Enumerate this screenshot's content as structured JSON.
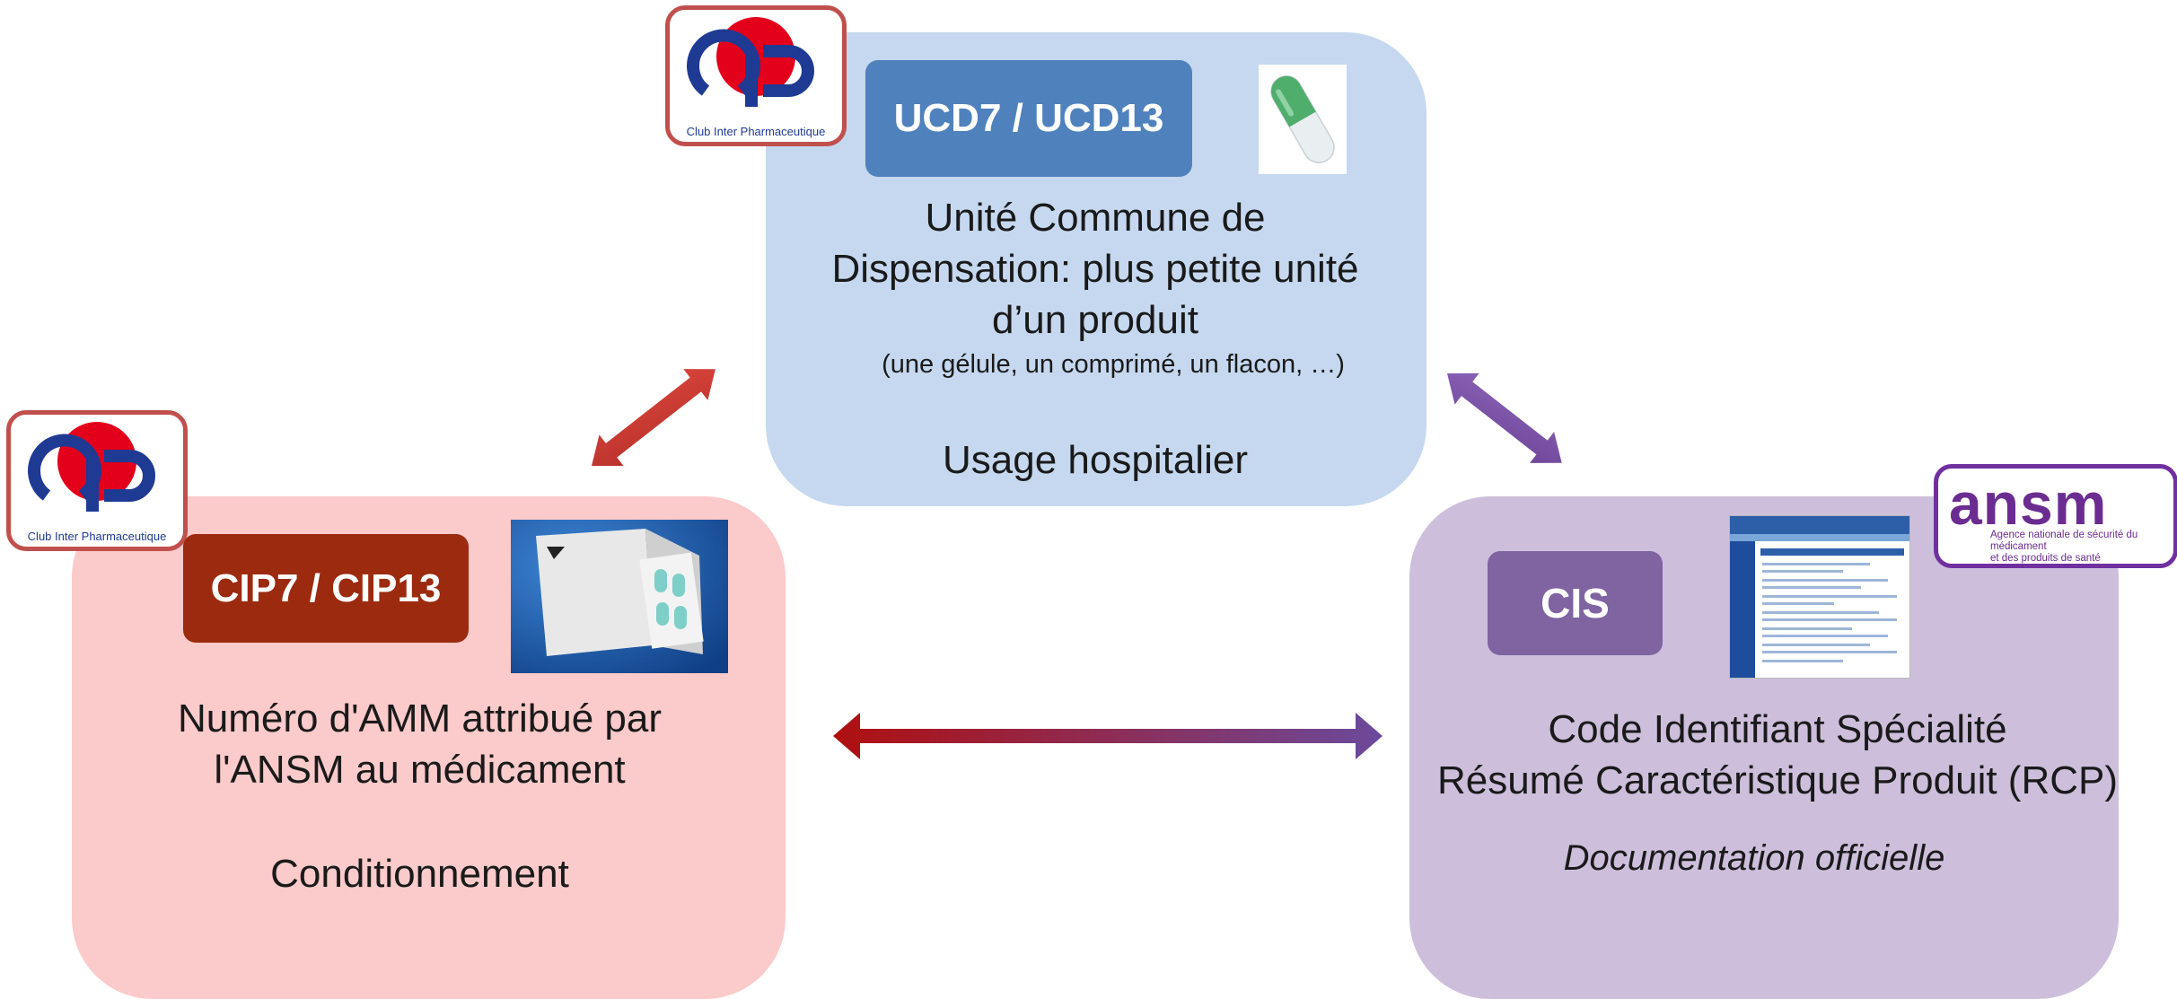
{
  "ucd": {
    "label": "UCD7 / UCD13",
    "line1": "Unité Commune de",
    "line2": "Dispensation: plus petite unité",
    "line3": "d’un produit",
    "examples": "(une gélule, un comprimé, un flacon, …)",
    "usage": "Usage hospitalier"
  },
  "cip": {
    "label": "CIP7 / CIP13",
    "line1": "Numéro d'AMM attribué par",
    "line2": "l'ANSM au médicament",
    "usage": "Conditionnement"
  },
  "cis": {
    "label": "CIS",
    "line1": "Code Identifiant Spécialité",
    "line2": "Résumé Caractéristique Produit (RCP)",
    "usage": "Documentation officielle"
  },
  "logos": {
    "cip_caption": "Club Inter Pharmaceutique",
    "ansm_word": "ansm",
    "ansm_sub_1": "Agence nationale de sécurité du médicament",
    "ansm_sub_2": "et des produits de santé"
  },
  "colors": {
    "ucd_panel": "#c5d8ef",
    "ucd_label": "#4f81bd",
    "cip_panel": "#fbcaca",
    "cip_label": "#9b2a0f",
    "cis_panel": "#cdbfdc",
    "cis_label": "#8064a2",
    "arrow_red": "#c0312b",
    "arrow_purple": "#7a4fa3"
  }
}
